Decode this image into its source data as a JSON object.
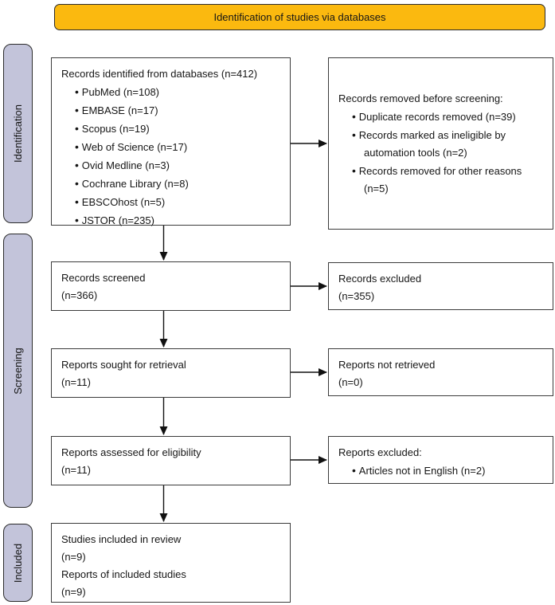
{
  "header": {
    "title": "Identification of studies via databases"
  },
  "colors": {
    "header_bg": "#FBB90F",
    "stage_bg": "#C3C4DA",
    "box_border": "#3b3b3b",
    "text": "#161616",
    "arrow": "#111111"
  },
  "stages": {
    "identification": "Identification",
    "screening": "Screening",
    "included": "Included"
  },
  "boxes": {
    "identified": {
      "title": "Records identified from databases (n=412)",
      "bullets": [
        "PubMed (n=108)",
        "EMBASE (n=17)",
        "Scopus (n=19)",
        "Web of Science (n=17)",
        "Ovid Medline (n=3)",
        "Cochrane Library (n=8)",
        "EBSCOhost (n=5)",
        "JSTOR (n=235)"
      ]
    },
    "removed": {
      "title": "Records removed before screening:",
      "bullets": [
        "Duplicate records removed (n=39)",
        "Records marked as ineligible by automation tools (n=2)",
        "Records removed for other reasons (n=5)"
      ]
    },
    "screened": {
      "lines": [
        "Records screened",
        "(n=366)"
      ]
    },
    "excluded": {
      "lines": [
        "Records excluded",
        "(n=355)"
      ]
    },
    "sought": {
      "lines": [
        "Reports sought for retrieval",
        "(n=11)"
      ]
    },
    "not_retrieved": {
      "lines": [
        "Reports not retrieved",
        "(n=0)"
      ]
    },
    "assessed": {
      "lines": [
        "Reports assessed for eligibility",
        "(n=11)"
      ]
    },
    "reports_excluded": {
      "title": "Reports excluded:",
      "bullets": [
        "Articles not in English (n=2)"
      ]
    },
    "included": {
      "lines": [
        "Studies included in review",
        "(n=9)",
        "Reports of included studies",
        "(n=9)"
      ]
    }
  }
}
